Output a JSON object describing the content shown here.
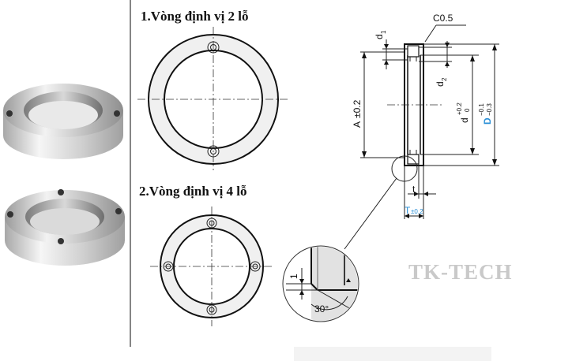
{
  "views": {
    "two_hole": {
      "title": "1.Vòng định vị 2 lỗ"
    },
    "four_hole": {
      "title": "2.Vòng định vị 4 lỗ"
    }
  },
  "section": {
    "chamfer": "C0.5",
    "d1": "d",
    "d1_sub": "1",
    "d2": "d",
    "d2_sub": "2",
    "A": "A",
    "A_tol": "±0.2",
    "d": "d",
    "d_tol_upper": "+0.2",
    "d_tol_lower": "0",
    "D": "D",
    "D_tol_upper": "−0.1",
    "D_tol_lower": "−0.3",
    "t": "t",
    "T": "T",
    "T_tol": "±0.2"
  },
  "detail": {
    "depth": "1",
    "angle": "30°"
  },
  "watermark": "TK-TECH",
  "colors": {
    "accent_blue": "#2a8fd6",
    "watermark": "#c9c9c9"
  }
}
